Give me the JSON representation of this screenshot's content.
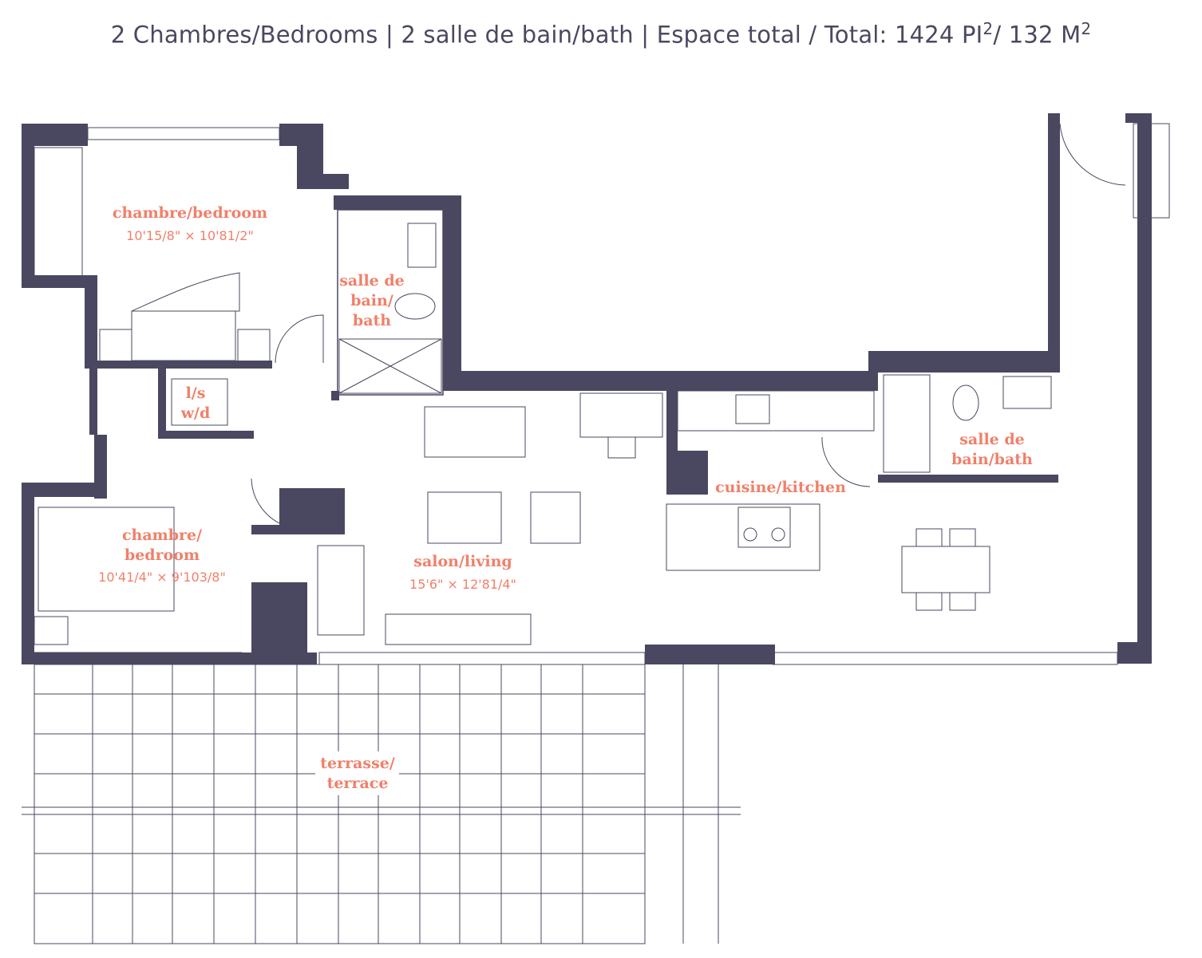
{
  "title": {
    "bedrooms": "2 Chambres/Bedrooms",
    "baths": "2 salle de bain/bath",
    "area_prefix": "Espace total / Total: 1424 PI",
    "sq1": "2",
    "area_mid": "/ 132 M",
    "sq2": "2",
    "sep": " | "
  },
  "rooms": {
    "bedroom1": {
      "name": "chambre/bedroom",
      "dim": "10'15/8\" × 10'81/2\""
    },
    "bath1": {
      "line1": "salle de",
      "line2": "bain/",
      "line3": "bath"
    },
    "laundry": {
      "line1": "l/s",
      "line2": "w/d"
    },
    "bedroom2": {
      "line1": "chambre/",
      "line2": "bedroom",
      "dim": "10'41/4\" × 9'103/8\""
    },
    "living": {
      "name": "salon/living",
      "dim": "15'6\" × 12'81/4\""
    },
    "kitchen": {
      "name": "cuisine/kitchen"
    },
    "bath2": {
      "line1": "salle de",
      "line2": "bain/bath"
    },
    "terrace": {
      "line1": "terrasse/",
      "line2": "terrace"
    }
  },
  "colors": {
    "wall": "#4a4860",
    "label": "#f0806a"
  }
}
